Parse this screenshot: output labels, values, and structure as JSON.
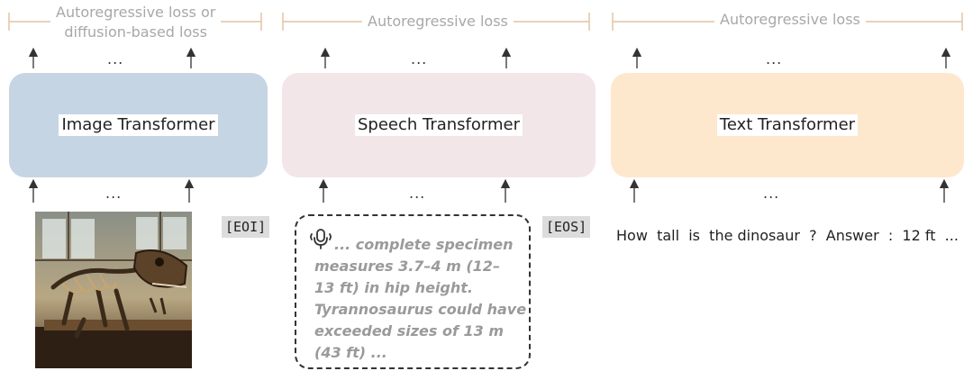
{
  "colors": {
    "image_box": "#c5d5e4",
    "speech_box": "#f2e6e8",
    "text_box": "#fde8cd",
    "bracket": "#e3c3a6",
    "arrow": "#333333"
  },
  "image_panel": {
    "loss_label": "Autoregressive loss or\ndiffusion-based loss",
    "dots_top": "...",
    "title": "Image Transformer",
    "dots_bottom": "...",
    "end_token": "[EOI]"
  },
  "speech_panel": {
    "loss_label": "Autoregressive loss",
    "dots_top": "...",
    "title": "Speech Transformer",
    "dots_bottom": "...",
    "end_token": "[EOS]",
    "transcript": "... complete specimen\nmeasures 3.7–4 m (12–\n13 ft) in hip height.\nTyrannosaurus could have\nexceeded sizes of 13 m\n(43 ft) ..."
  },
  "text_panel": {
    "loss_label": "Autoregressive loss",
    "dots_top": "...",
    "title": "Text Transformer",
    "dots_bottom": "...",
    "question": "How  tall  is  the dinosaur  ?  Answer  :  12 ft  ..."
  },
  "icons": {
    "microphone": "microphone-icon",
    "dinosaur_image": "dinosaur-skeleton-image"
  }
}
